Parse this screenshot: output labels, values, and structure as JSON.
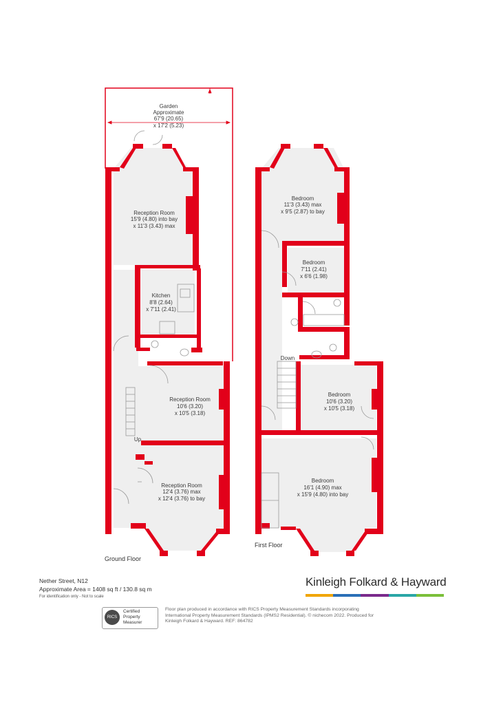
{
  "rooms": {
    "garden": {
      "name": "Garden",
      "l1": "Approximate",
      "l2": "67'9 (20.65)",
      "l3": "x 17'2 (5.23)"
    },
    "gf_reception_rear": {
      "name": "Reception Room",
      "l1": "15'9 (4.80) into bay",
      "l2": "x 11'3 (3.43) max"
    },
    "kitchen": {
      "name": "Kitchen",
      "l1": "8'8 (2.64)",
      "l2": "x 7'11 (2.41)"
    },
    "gf_reception_mid": {
      "name": "Reception Room",
      "l1": "10'6 (3.20)",
      "l2": "x 10'5 (3.18)"
    },
    "gf_reception_front": {
      "name": "Reception Room",
      "l1": "12'4 (3.76) max",
      "l2": "x 12'4 (3.76) to bay"
    },
    "ff_bedroom_rear": {
      "name": "Bedroom",
      "l1": "11'3 (3.43) max",
      "l2": "x 9'5 (2.87) to bay"
    },
    "ff_bedroom_small": {
      "name": "Bedroom",
      "l1": "7'11 (2.41)",
      "l2": "x 6'6 (1.98)"
    },
    "ff_bedroom_mid": {
      "name": "Bedroom",
      "l1": "10'6 (3.20)",
      "l2": "x 10'5 (3.18)"
    },
    "ff_bedroom_front": {
      "name": "Bedroom",
      "l1": "16'1 (4.90) max",
      "l2": "x 15'9 (4.80) into bay"
    }
  },
  "stairs": {
    "up": "Up",
    "down": "Down"
  },
  "floors": {
    "ground": "Ground Floor",
    "first": "First Floor"
  },
  "footer": {
    "address": "Nether Street, N12",
    "area": "Approximate Area = 1408 sq ft / 130.8 sq m",
    "note": "For identification only - Not to scale",
    "brand": "Kinleigh Folkard & Hayward",
    "badge_logo": "RICS",
    "badge_l1": "Certified",
    "badge_l2": "Property",
    "badge_l3": "Measurer",
    "disclaimer": "Floor plan produced in accordance with RICS Property Measurement Standards incorporating International Property Measurement Standards (IPMS2 Residential). © nichecom 2022. Produced for Kinleigh Folkard & Hayward.  REF: 864782"
  },
  "colors": {
    "wall": "#e2001a",
    "floor": "#efefef",
    "bar": [
      "#f0a500",
      "#2b6fb7",
      "#7a2a8c",
      "#2aa6a6",
      "#7bbf3a"
    ]
  }
}
